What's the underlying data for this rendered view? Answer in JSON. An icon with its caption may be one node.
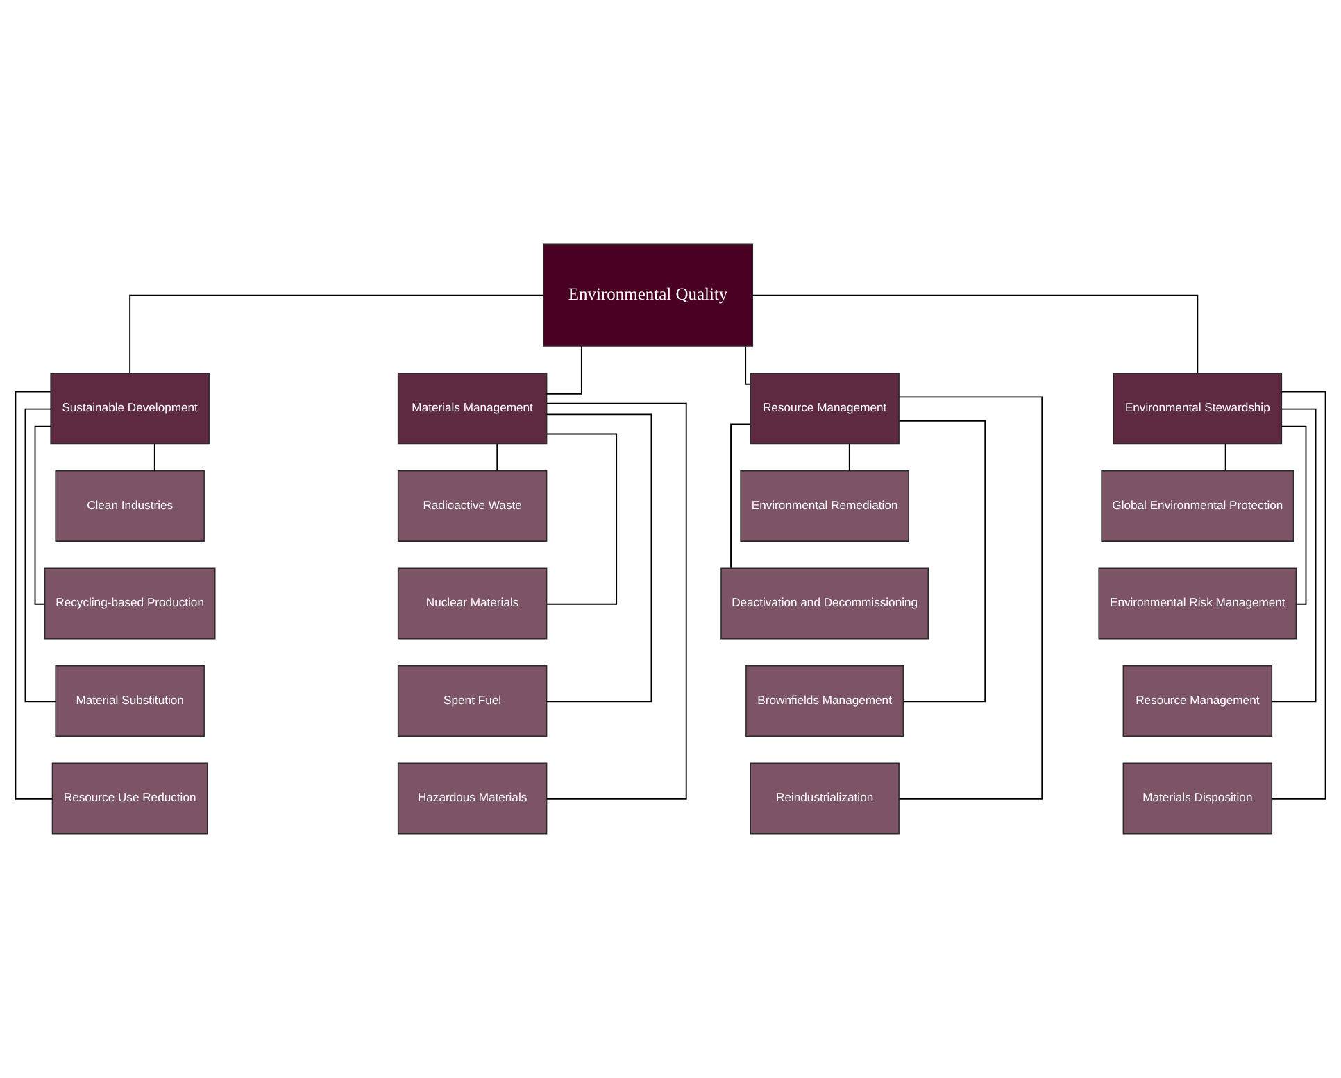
{
  "diagram": {
    "nodes": [
      {
        "text": [
          "Environmental Quality"
        ]
      },
      {
        "text": [
          "Sustainable Development"
        ]
      },
      {
        "text": [
          "Clean Industries"
        ]
      },
      {
        "text": [
          "Recycling-based Production"
        ]
      },
      {
        "text": [
          "Material Substitution"
        ]
      },
      {
        "text": [
          "Resource Use Reduction"
        ]
      },
      {
        "text": [
          "Materials Management"
        ]
      },
      {
        "text": [
          "Radioactive Waste"
        ]
      },
      {
        "text": [
          "Nuclear Materials"
        ]
      },
      {
        "text": [
          "Spent Fuel"
        ]
      },
      {
        "text": [
          "Hazardous Materials"
        ]
      },
      {
        "text": [
          "Resource Management"
        ]
      },
      {
        "text": [
          "Environmental Remediation"
        ]
      },
      {
        "text": [
          "Deactivation and Decommissioning"
        ]
      },
      {
        "text": [
          "Brownfields Management"
        ]
      },
      {
        "text": [
          "Reindustrialization"
        ]
      },
      {
        "text": [
          "Environmental Stewardship"
        ]
      },
      {
        "text": [
          "Global Environmental Protection"
        ]
      },
      {
        "text": [
          "Environmental Risk Management"
        ]
      },
      {
        "text": [
          "Resource Management"
        ]
      },
      {
        "text": [
          "Materials Disposition"
        ]
      }
    ],
    "edges": [
      {
        "from": 0,
        "to": 1,
        "arrow": "none"
      },
      {
        "from": 0,
        "to": 6,
        "arrow": "none"
      },
      {
        "from": 0,
        "to": 11,
        "arrow": "none"
      },
      {
        "from": 0,
        "to": 16,
        "arrow": "none"
      },
      {
        "from": 1,
        "to": 2,
        "arrow": "none"
      },
      {
        "from": 1,
        "to": 3,
        "arrow": "none"
      },
      {
        "from": 1,
        "to": 4,
        "arrow": "none"
      },
      {
        "from": 1,
        "to": 5,
        "arrow": "none"
      },
      {
        "from": 6,
        "to": 7,
        "arrow": "none"
      },
      {
        "from": 6,
        "to": 8,
        "arrow": "none"
      },
      {
        "from": 6,
        "to": 9,
        "arrow": "none"
      },
      {
        "from": 6,
        "to": 10,
        "arrow": "none"
      },
      {
        "from": 11,
        "to": 12,
        "arrow": "none"
      },
      {
        "from": 11,
        "to": 13,
        "arrow": "none"
      },
      {
        "from": 11,
        "to": 14,
        "arrow": "none"
      },
      {
        "from": 11,
        "to": 15,
        "arrow": "none"
      },
      {
        "from": 16,
        "to": 17,
        "arrow": "none"
      },
      {
        "from": 16,
        "to": 18,
        "arrow": "none"
      },
      {
        "from": 16,
        "to": 19,
        "arrow": "none"
      },
      {
        "from": 16,
        "to": 20,
        "arrow": "none"
      }
    ]
  }
}
